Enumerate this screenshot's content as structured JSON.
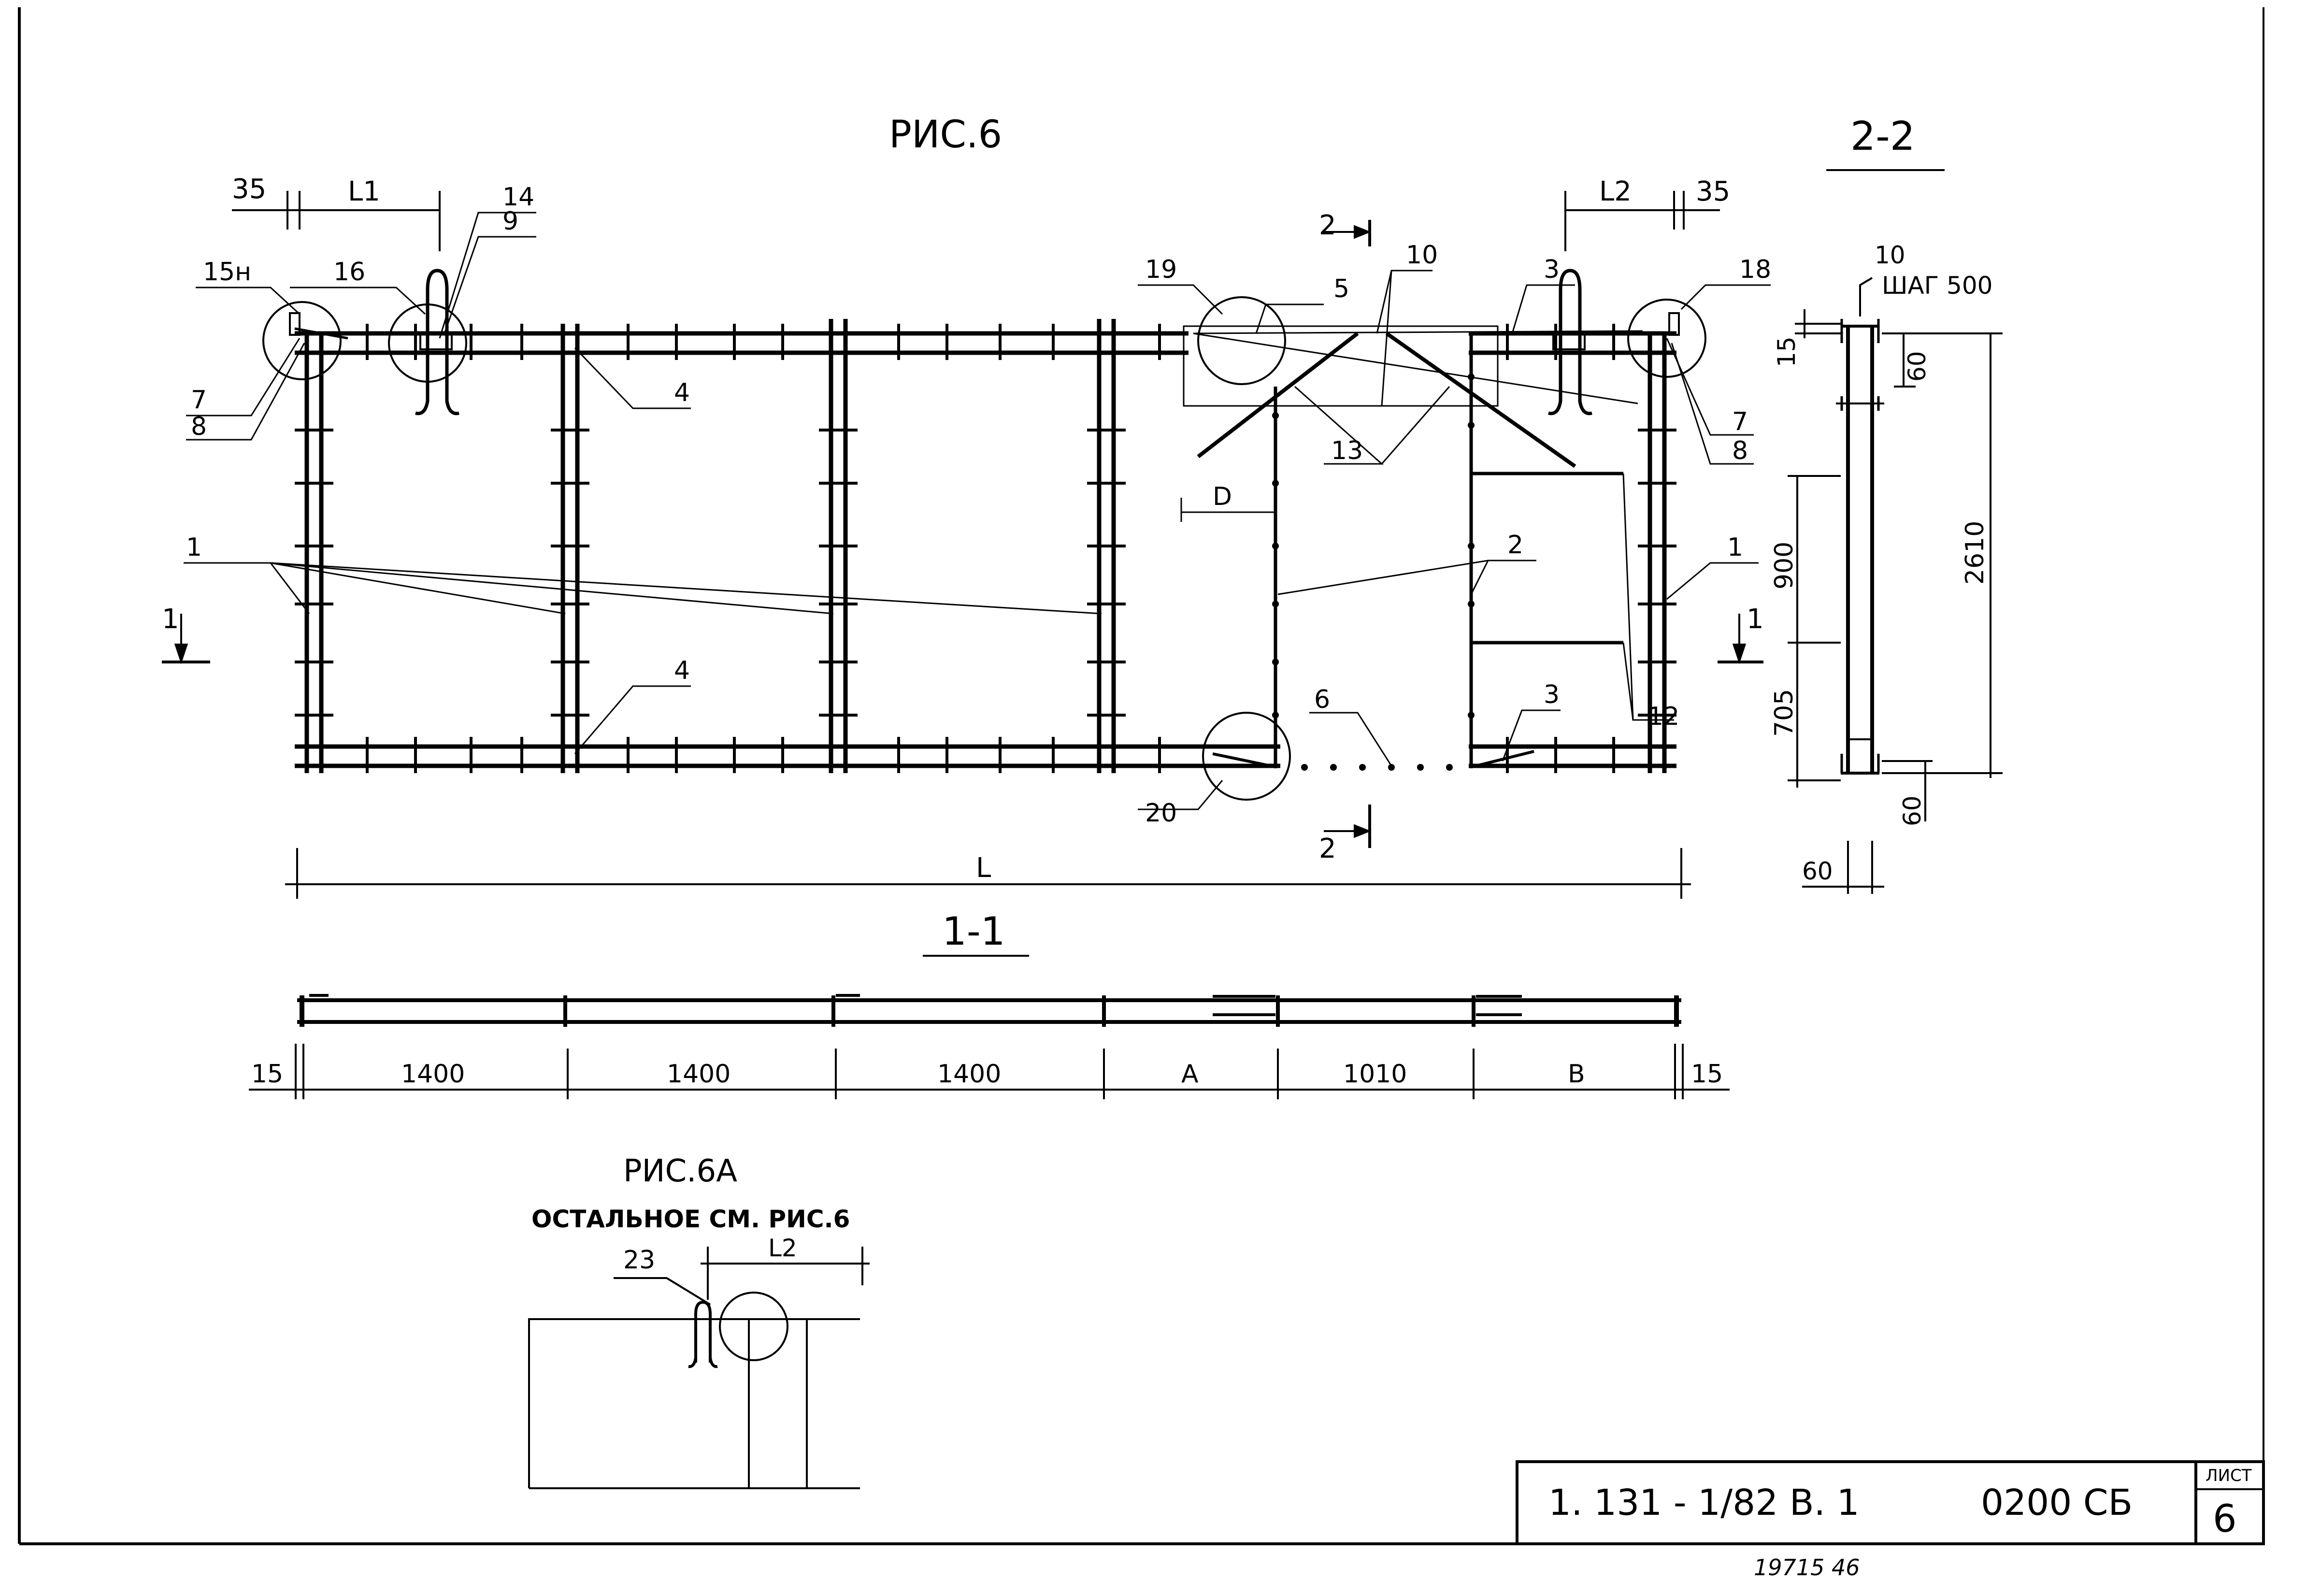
{
  "titles": {
    "fig6": "РИС.6",
    "sec22": "2-2",
    "sec11": "1-1",
    "fig6a": "РИС.6А",
    "fig6a_note": "ОСТАЛЬНОЕ СМ. РИС.6"
  },
  "top_dims": {
    "d35_left": "35",
    "l1": "L1",
    "l2": "L2",
    "d35_right": "35"
  },
  "positions": {
    "p15n": "15н",
    "p16": "16",
    "p14": "14",
    "p9": "9",
    "p7_left": "7",
    "p8_left": "8",
    "p4_top": "4",
    "p4_bottom": "4",
    "p1_left": "1",
    "p1_right": "1",
    "p19": "19",
    "p5": "5",
    "p10": "10",
    "p3_top": "3",
    "p3_bottom": "3",
    "p18": "18",
    "p7_right": "7",
    "p8_right": "8",
    "p13": "13",
    "p2": "2",
    "p12": "12",
    "p6": "6",
    "p20": "20",
    "p23": "23",
    "d_label": "D"
  },
  "section_marks": {
    "s2_top": "2",
    "s2_bottom": "2",
    "s1_left": "1",
    "s1_right": "1"
  },
  "overall_dim": "L",
  "bottom_dims": [
    "15",
    "1400",
    "1400",
    "1400",
    "A",
    "1010",
    "B",
    "15"
  ],
  "section22": {
    "p10": "10",
    "step": "ШАГ  500",
    "d15": "15",
    "d60_top": "60",
    "d900": "900",
    "d705": "705",
    "d2610": "2610",
    "d60_bottom": "60",
    "d60_width": "60"
  },
  "fig6a_dims": {
    "l2": "L2"
  },
  "title_block": {
    "code": "1. 131 - 1/82 В. 1",
    "number": "0200  СБ",
    "sheet_label": "ЛИСТ",
    "sheet_number": "6"
  },
  "stamp": "19715   46"
}
